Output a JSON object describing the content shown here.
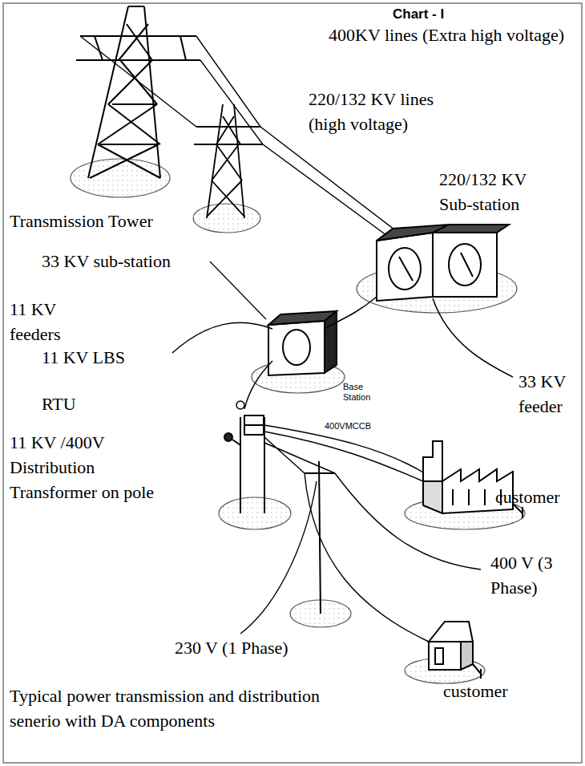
{
  "diagram": {
    "title": "Chart - I",
    "caption": "Typical power transmission and distribution senerio with DA components",
    "labels": [
      "400KV lines (Extra high voltage)",
      "220/132 KV lines (high voltage)",
      "Transmission Tower",
      "220/132 KV Sub-station",
      "33 KV sub-station",
      "11 KV feeders",
      "33 KV feeder",
      "Base Station",
      "400VMCCB",
      "11 KV LBS",
      "customer",
      "RTU",
      "400 V (3 Phase)",
      "11 KV /400V Distribution Transformer on pole",
      "customer",
      "230 V (1 Phase)"
    ]
  }
}
